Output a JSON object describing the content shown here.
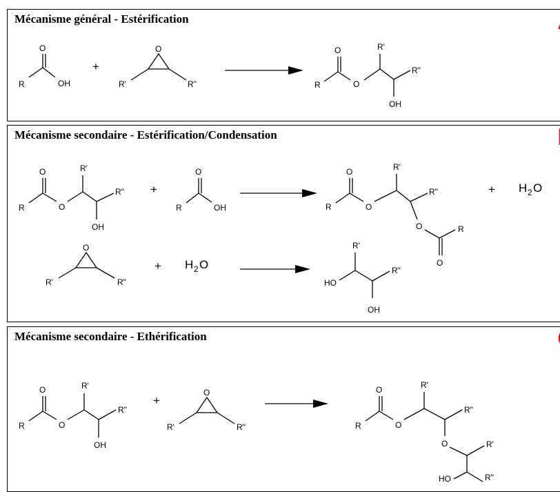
{
  "panels": {
    "a": {
      "title": "Mécanisme général - Estérification",
      "letter": "A"
    },
    "b": {
      "title": "Mécanisme secondaire - Estérification/Condensation",
      "letter": "B"
    },
    "c": {
      "title": "Mécanisme secondaire - Ethérification",
      "letter": "C"
    }
  },
  "labels": {
    "plus": "+",
    "R": "R",
    "R1": "R'",
    "R2": "R\"",
    "O": "O",
    "OH": "OH",
    "HO": "HO",
    "H": "H",
    "two": "2"
  }
}
